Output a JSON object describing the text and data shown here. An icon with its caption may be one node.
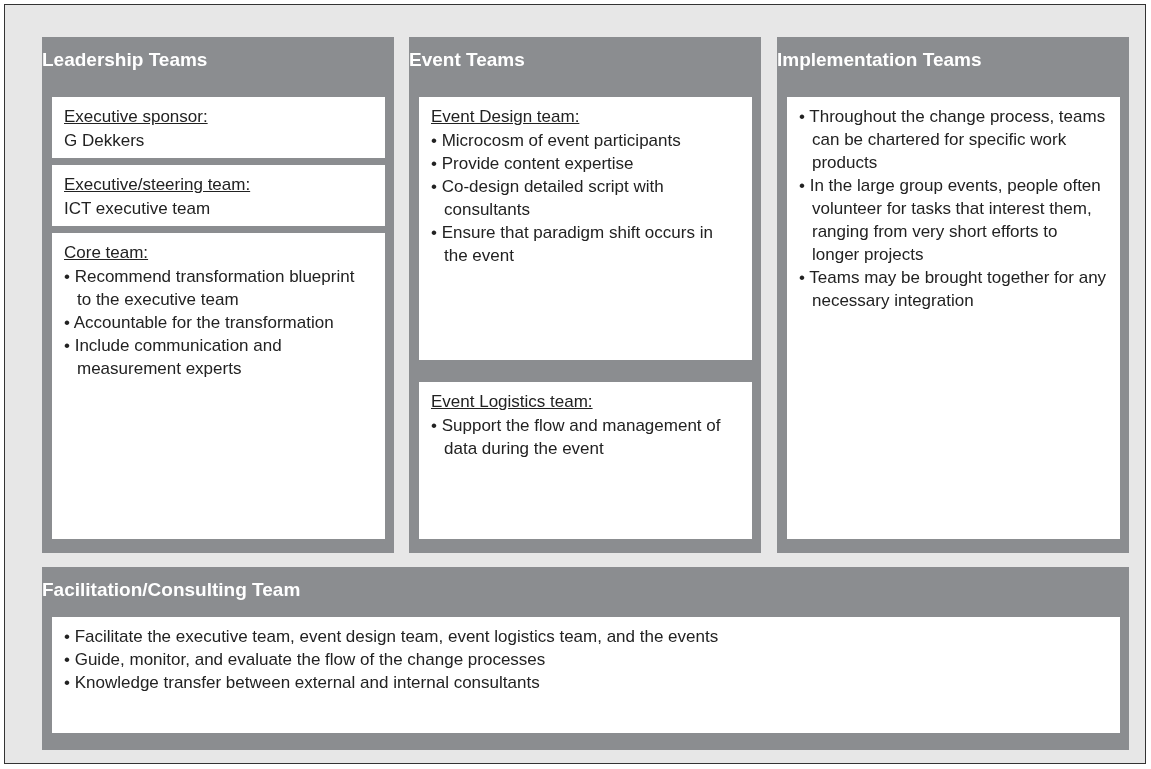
{
  "diagram": {
    "nodes": [
      {
        "text": [
          "Leadership Teams"
        ]
      },
      {
        "text": [
          "Executive sponsor:",
          "G Dekkers"
        ],
        "in": 0
      },
      {
        "text": [
          "Executive/steering team:",
          "ICT executive team"
        ],
        "in": 0
      },
      {
        "text": [
          "Core team:",
          "• Recommend transformation blueprint to the executive team",
          "• Accountable for the transformation",
          "• Include communication and measurement experts"
        ],
        "in": 0
      },
      {
        "text": [
          "Event Teams"
        ]
      },
      {
        "text": [
          "Event Design team:",
          "• Microcosm of event participants",
          "• Provide content expertise",
          "• Co-design detailed script with consultants",
          "• Ensure that paradigm shift occurs in the event"
        ],
        "in": 4
      },
      {
        "text": [
          "Event Logistics team:",
          "• Support the flow and management of data during the event"
        ],
        "in": 4
      },
      {
        "text": [
          "Implementation Teams"
        ]
      },
      {
        "text": [
          "• Throughout the change process, teams can be chartered for specific work products",
          "• In the large group events, people often volunteer for tasks that interest them, ranging from very short efforts to longer projects",
          "• Teams may be brought together for any necessary integration"
        ],
        "in": 7
      },
      {
        "text": [
          "Facilitation/Consulting Team"
        ]
      },
      {
        "text": [
          "• Facilitate the executive team, event design team, event logistics team, and the events",
          "• Guide, monitor, and evaluate the flow of the change processes",
          "• Knowledge transfer between external and internal consultants"
        ],
        "in": 9
      }
    ],
    "edges": []
  }
}
